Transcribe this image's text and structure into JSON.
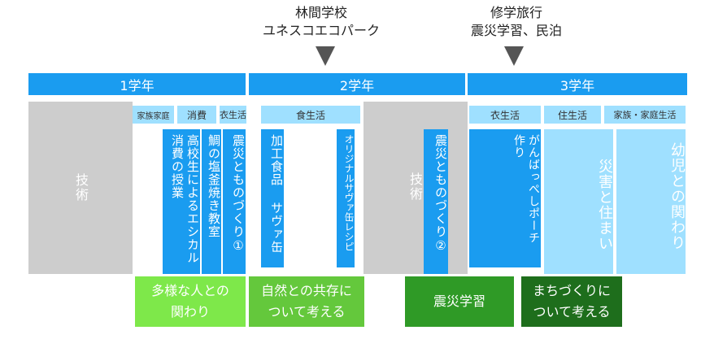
{
  "events": [
    {
      "lines": [
        "林間学校",
        "ユネスコエコパーク"
      ]
    },
    {
      "lines": [
        "修学旅行",
        "震災学習、民泊"
      ]
    }
  ],
  "grades": [
    "1学年",
    "2学年",
    "3学年"
  ],
  "gijutsu_label": "技術",
  "gijutsu_label_2": "技術",
  "sublabels": {
    "kazoku_katei": "家族家庭",
    "shohi": "消費",
    "ishokuju_1": "衣生活",
    "shokuseikatsu": "食生活",
    "ishokuju_3": "衣生活",
    "jusei": "住生活",
    "kazoku_3": "家族・家庭生活"
  },
  "columns": {
    "ethical": "高校生によるエシカル消費の授業",
    "tai": "鯛の塩釜焼き教室",
    "monozukuri1": "震災とものづくり①",
    "kako": "加工食品 サヴァ缶",
    "original": "オリジナルサヴァ缶レシピ",
    "monozukuri2": "震災とものづくり②",
    "ganbappe_a": "作り",
    "ganbappe_b": "がんばっぺしポーチ",
    "saigai": "災害と住まい",
    "yoji": "幼児との関わり"
  },
  "themes": [
    {
      "lines": [
        "多様な人との",
        "関わり"
      ],
      "color": "#7ee84a"
    },
    {
      "lines": [
        "自然との共存に",
        "ついて考える"
      ],
      "color": "#64c83c"
    },
    {
      "lines": [
        "震災学習"
      ],
      "color": "#2f9a26"
    },
    {
      "lines": [
        "まちづくりに",
        "ついて考える"
      ],
      "color": "#1e6e1c"
    }
  ],
  "colors": {
    "grade_bar": "#1a9cf0",
    "dark_blue": "#1a9cf0",
    "light_blue": "#9fe0ff",
    "gray": "#cdcdcd",
    "triangle": "#555555"
  }
}
